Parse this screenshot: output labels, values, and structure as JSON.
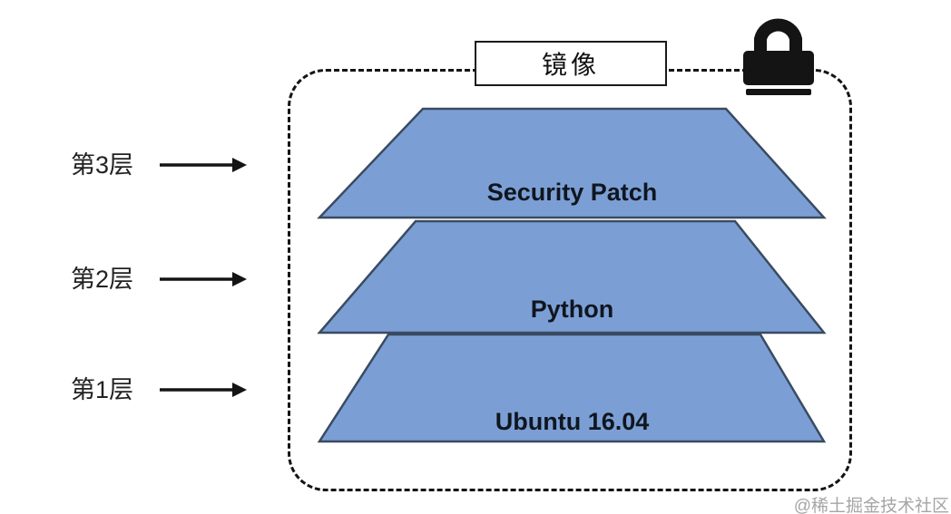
{
  "diagram": {
    "image_label": "镜像",
    "layers": [
      {
        "side_label": "第3层",
        "name": "Security Patch"
      },
      {
        "side_label": "第2层",
        "name": "Python"
      },
      {
        "side_label": "第1层",
        "name": "Ubuntu 16.04"
      }
    ],
    "watermark": "@稀土掘金技术社区",
    "icons": {
      "lock": "lock-icon"
    },
    "colors": {
      "layer_fill": "#7B9FD5",
      "layer_stroke": "#3A4B61",
      "outline": "#141414",
      "watermark_text": "#A5A5A5"
    }
  }
}
